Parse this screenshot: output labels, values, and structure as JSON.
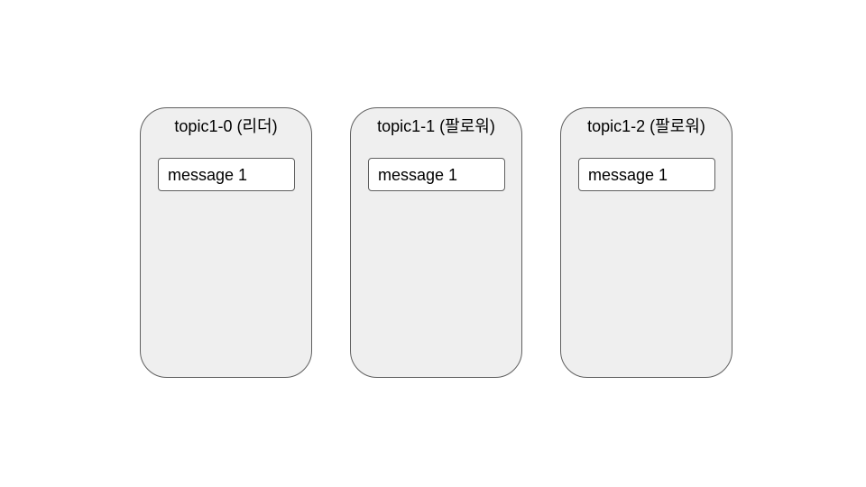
{
  "partitions": [
    {
      "title": "topic1-0 (리더)",
      "messages": [
        "message 1"
      ]
    },
    {
      "title": "topic1-1 (팔로워)",
      "messages": [
        "message 1"
      ]
    },
    {
      "title": "topic1-2 (팔로워)",
      "messages": [
        "message 1"
      ]
    }
  ],
  "colors": {
    "partition_fill": "#efefef",
    "border": "#5f5f5f",
    "message_fill": "#ffffff",
    "background": "#ffffff"
  }
}
